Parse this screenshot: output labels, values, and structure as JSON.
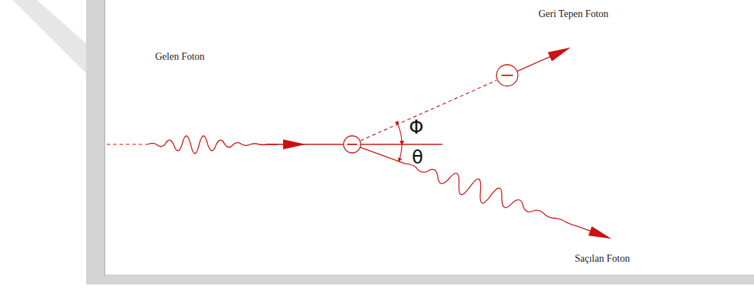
{
  "diagram": {
    "labels": [
      "Gelen Foton",
      "Geri Tepen Foton",
      "Saçılan Foton",
      "Φ",
      "θ"
    ]
  }
}
